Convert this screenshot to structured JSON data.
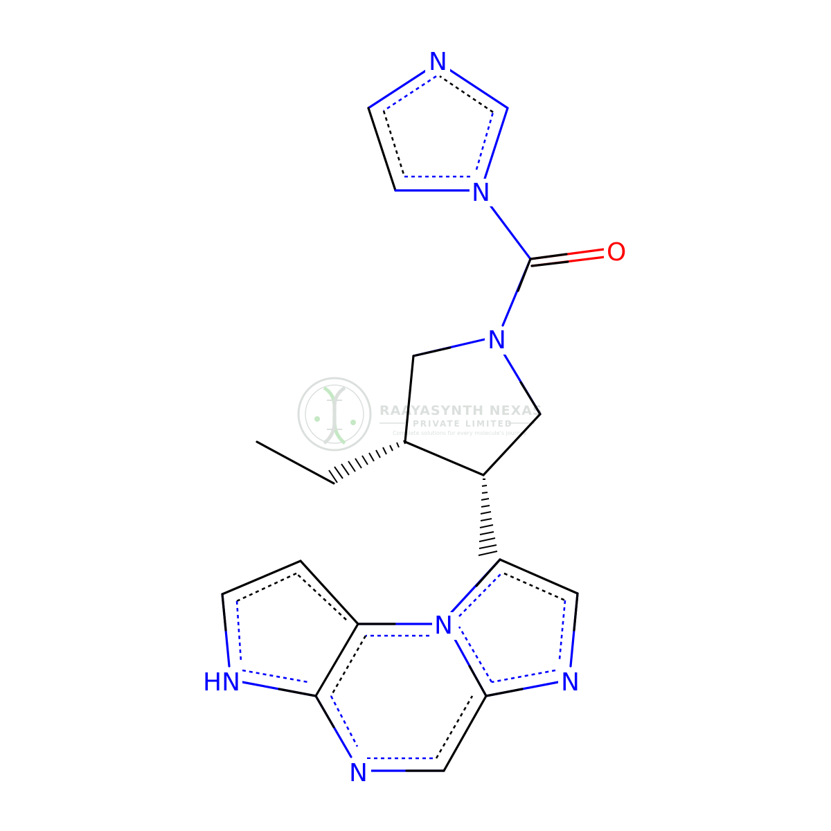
{
  "colors": {
    "carbon": "#000000",
    "nitrogen": "#0000ff",
    "oxygen": "#ff0000",
    "watermark": "#9aa79f",
    "watermark_green": "#5cbf5c"
  },
  "atoms": {
    "n_imid_top": "N",
    "n_imid_link": "N",
    "o_carbonyl": "O",
    "n_pyrrolidine": "N",
    "n_bridge": "N",
    "n_imid_right": "N",
    "nh_pyrrole": "HN",
    "n_pyrazine": "N"
  },
  "watermark": {
    "title": "RAAYASYNTH NEXAS",
    "subtitle": "PRIVATE LIMITED",
    "tagline": "Complete solutions for every molecule's journey",
    "logo_icon": "dna-helix-icon"
  }
}
